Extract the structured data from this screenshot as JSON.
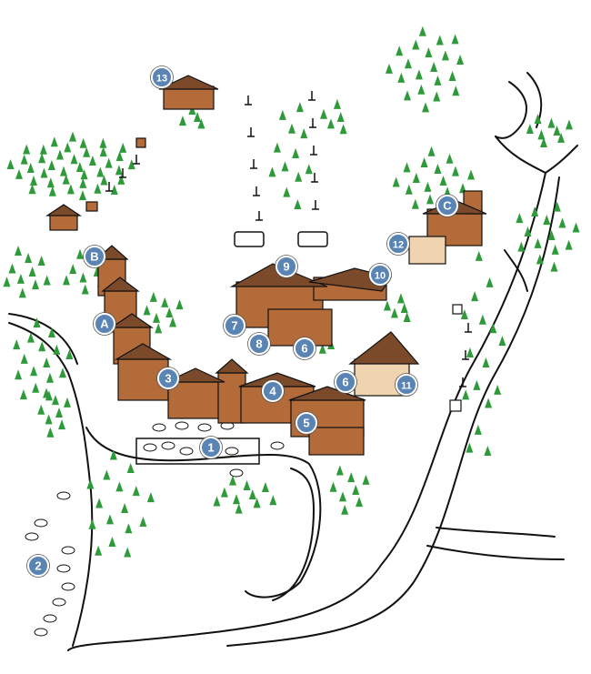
{
  "map": {
    "colors": {
      "marker_fill": "#5a84b4",
      "marker_stroke": "#ffffff",
      "marker_text": "#ffffff",
      "building": "#b36b3a",
      "roof": "#7a4a2a",
      "tree": "#2f9a3a",
      "ink": "#111111"
    },
    "markers": [
      {
        "label": "1"
      },
      {
        "label": "2"
      },
      {
        "label": "3"
      },
      {
        "label": "4"
      },
      {
        "label": "5"
      },
      {
        "label": "6"
      },
      {
        "label": "6"
      },
      {
        "label": "7"
      },
      {
        "label": "8"
      },
      {
        "label": "9"
      },
      {
        "label": "10"
      },
      {
        "label": "11"
      },
      {
        "label": "12"
      },
      {
        "label": "13"
      },
      {
        "label": "A"
      },
      {
        "label": "B"
      },
      {
        "label": "C"
      }
    ]
  }
}
